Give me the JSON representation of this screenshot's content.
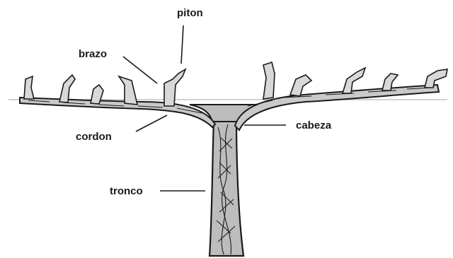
{
  "labels": {
    "piton": "piton",
    "brazo": "brazo",
    "cordon": "cordon",
    "cabeza": "cabeza",
    "tronco": "tronco"
  },
  "colors": {
    "ink": "#1a1a1a",
    "wood_fill": "#cfcfcf",
    "wire": "#b8b8b8",
    "background": "#ffffff"
  }
}
